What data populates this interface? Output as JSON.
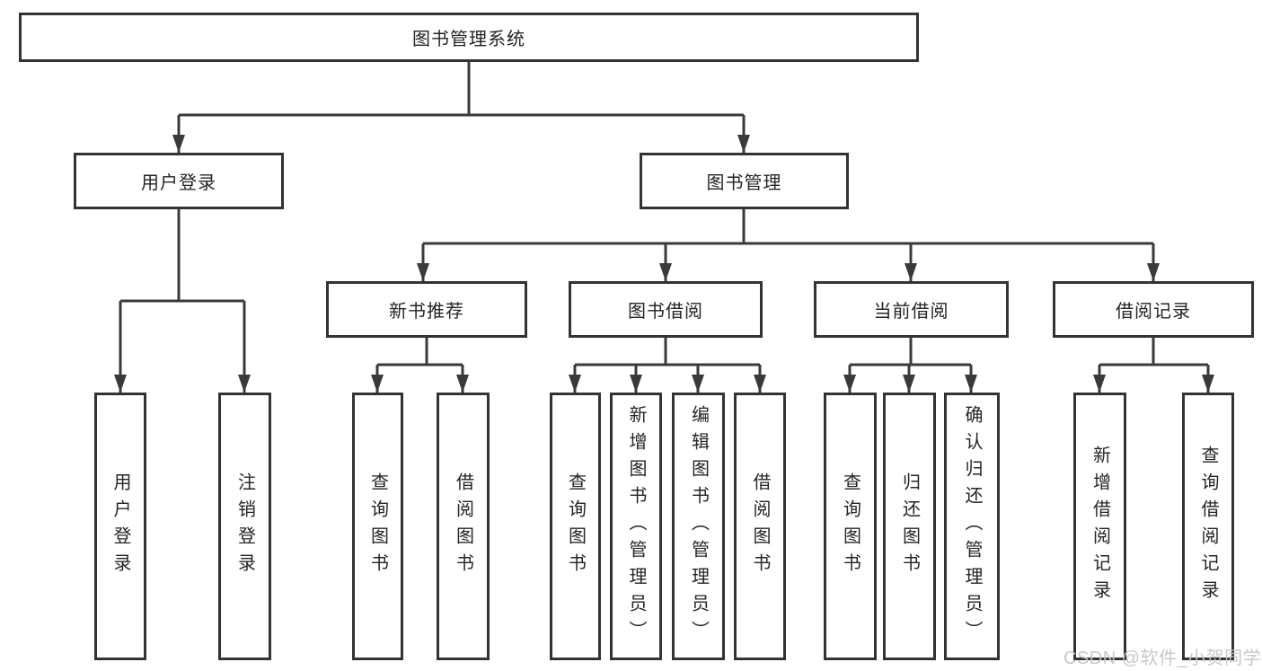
{
  "diagram_type": "tree",
  "tree": {
    "root": {
      "label": "图书管理系统",
      "children": [
        {
          "label": "用户登录",
          "children": [
            {
              "label": "用户登录"
            },
            {
              "label": "注销登录"
            }
          ]
        },
        {
          "label": "图书管理",
          "children": [
            {
              "label": "新书推荐",
              "children": [
                {
                  "label": "查询图书"
                },
                {
                  "label": "借阅图书"
                }
              ]
            },
            {
              "label": "图书借阅",
              "children": [
                {
                  "label": "查询图书"
                },
                {
                  "label": "新增图书（管理员）"
                },
                {
                  "label": "编辑图书（管理员）"
                },
                {
                  "label": "借阅图书"
                }
              ]
            },
            {
              "label": "当前借阅",
              "children": [
                {
                  "label": "查询图书"
                },
                {
                  "label": "归还图书"
                },
                {
                  "label": "确认归还（管理员）"
                }
              ]
            },
            {
              "label": "借阅记录",
              "children": [
                {
                  "label": "新增借阅记录"
                },
                {
                  "label": "查询借阅记录"
                }
              ]
            }
          ]
        }
      ]
    }
  },
  "watermark": {
    "text": "CSDN @软件_小贺同学"
  },
  "colors": {
    "background": "#ffffff",
    "box_border": "#333333",
    "connector_line": "#3a3a3a",
    "text": "#242424",
    "watermark": "#c6c6c6"
  }
}
